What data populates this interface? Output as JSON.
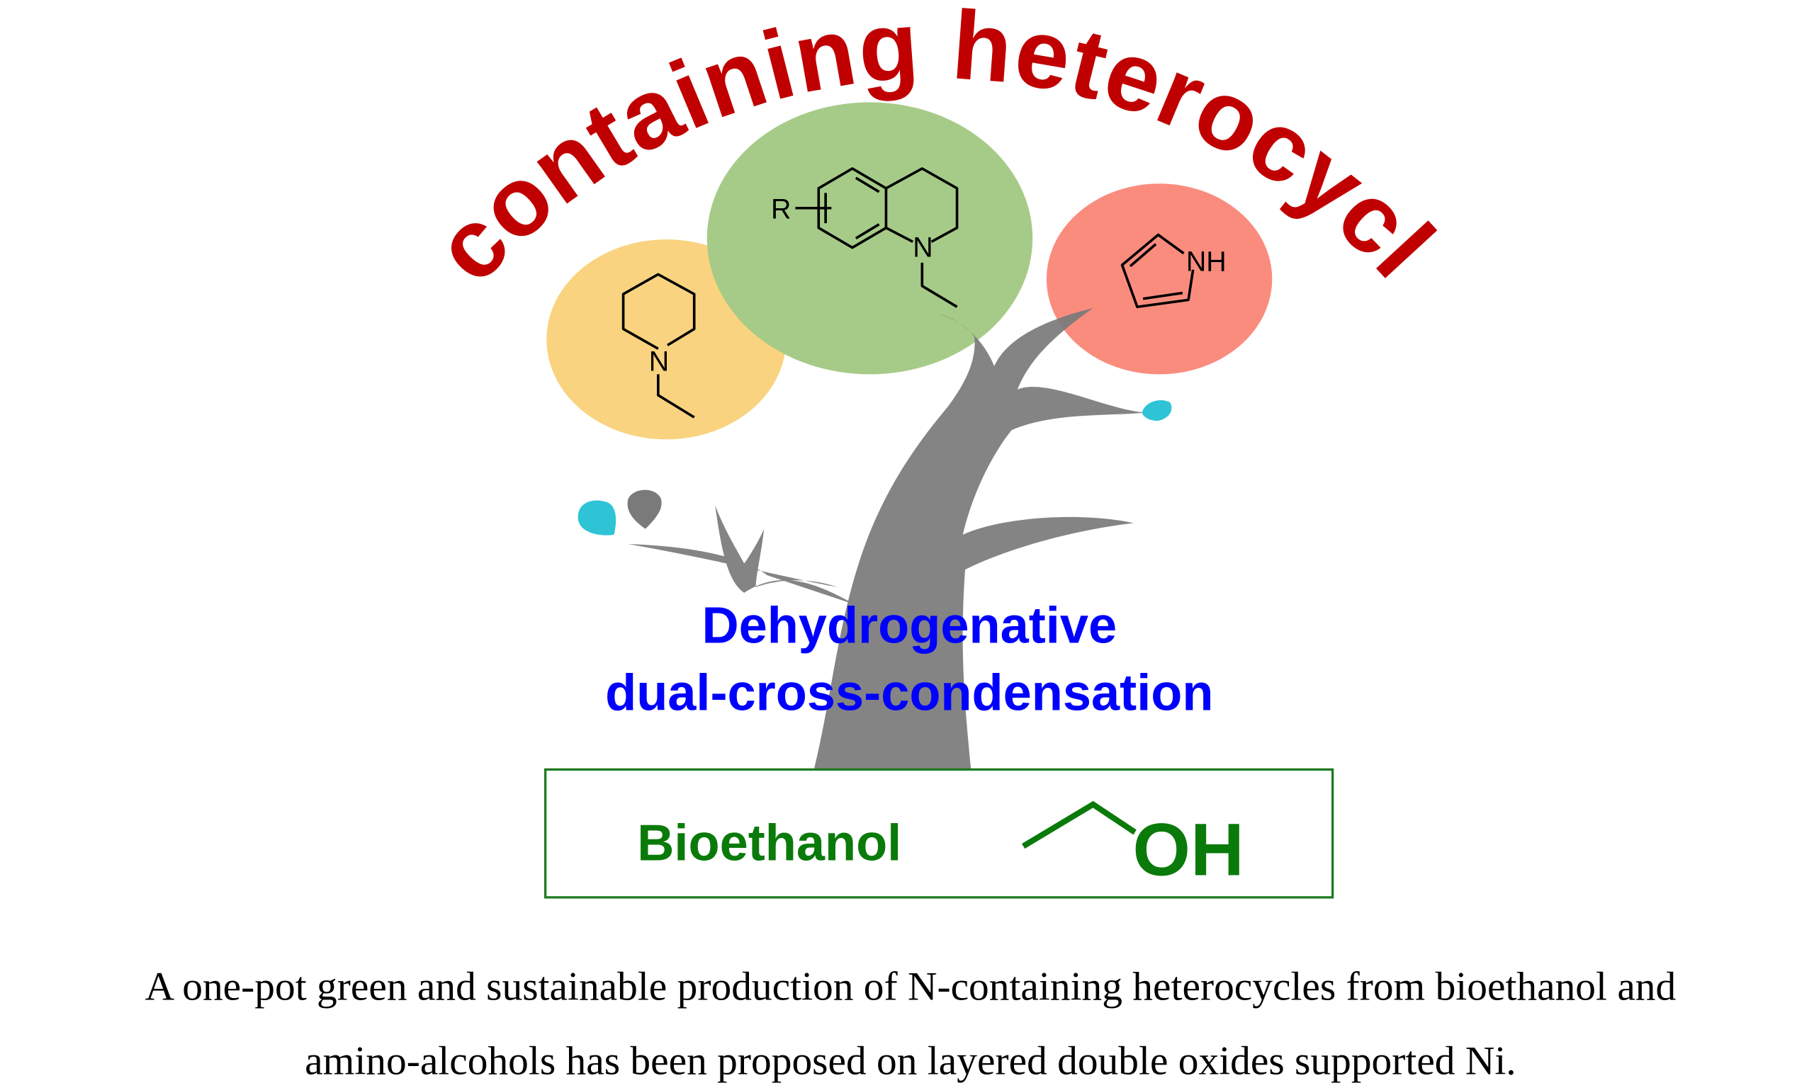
{
  "title": "N-containing heterocycles",
  "molecules": {
    "piperidine": {
      "n_label": "N"
    },
    "tetrahydroquinoline": {
      "r_label": "R",
      "n_label": "N"
    },
    "pyrrole": {
      "nh_label": "NH"
    }
  },
  "process": {
    "line1": "Dehydrogenative",
    "line2": "dual-cross-condensation"
  },
  "feedstock": {
    "name": "Bioethanol",
    "oh_label": "OH"
  },
  "caption": {
    "line1": "A one-pot green and sustainable production of N-containing heterocycles from bioethanol and",
    "line2": "amino-alcohols has been proposed on layered double oxides supported Ni."
  },
  "colors": {
    "title": "#c00000",
    "orange_bubble": "#f9d37f",
    "green_bubble": "#a6cb88",
    "red_bubble": "#fa8c7e",
    "tree": "#808080",
    "droplet": "#2ec4d6",
    "process_text": "#0000ff",
    "feedstock": "#0a7a0a"
  }
}
